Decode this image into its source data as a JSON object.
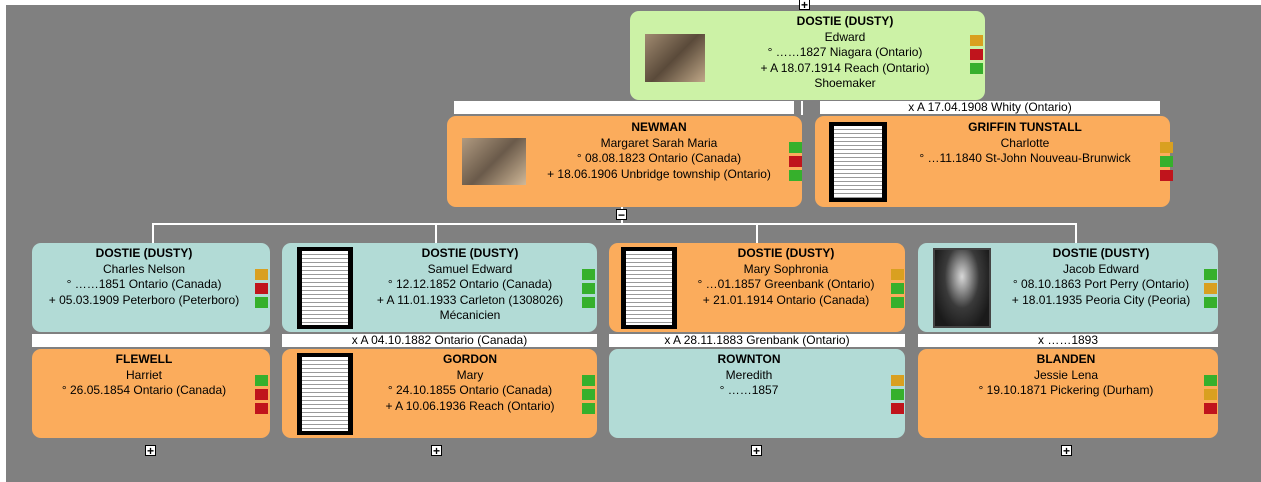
{
  "root": {
    "surname": "DOSTIE (DUSTY)",
    "given": "Edward",
    "birth": "° ……1827 Niagara (Ontario)",
    "death": "+ A 18.07.1914 Reach (Ontario)",
    "occupation": "Shoemaker"
  },
  "spouse1": {
    "surname": "NEWMAN",
    "given": "Margaret Sarah Maria",
    "birth": "° 08.08.1823 Ontario (Canada)",
    "death": "+ 18.06.1906 Unbridge township (Ontario)"
  },
  "spouse2": {
    "surname": "GRIFFIN TUNSTALL",
    "given": "Charlotte",
    "birth": "° …11.1840 St-John Nouveau-Brunwick",
    "marriage": "x A 17.04.1908 Whity (Ontario)"
  },
  "children": [
    {
      "surname": "DOSTIE (DUSTY)",
      "given": "Charles Nelson",
      "birth": "° ……1851 Ontario (Canada)",
      "death": "+ 05.03.1909 Peterboro (Peterboro)"
    },
    {
      "surname": "DOSTIE (DUSTY)",
      "given": "Samuel Edward",
      "birth": "° 12.12.1852 Ontario (Canada)",
      "death": "+ A 11.01.1933 Carleton (1308026)",
      "occupation": "Mécanicien"
    },
    {
      "surname": "DOSTIE (DUSTY)",
      "given": "Mary Sophronia",
      "birth": "° …01.1857 Greenbank (Ontario)",
      "death": "+ 21.01.1914 Ontario (Canada)"
    },
    {
      "surname": "DOSTIE (DUSTY)",
      "given": "Jacob Edward",
      "birth": "° 08.10.1863 Port Perry (Ontario)",
      "death": "+ 18.01.1935 Peoria City (Peoria)"
    }
  ],
  "marriages": [
    "",
    "x A 04.10.1882 Ontario (Canada)",
    "x A 28.11.1883 Grenbank (Ontario)",
    "x ……1893"
  ],
  "partners": [
    {
      "surname": "FLEWELL",
      "given": "Harriet",
      "birth": "° 26.05.1854 Ontario (Canada)"
    },
    {
      "surname": "GORDON",
      "given": "Mary",
      "birth": "° 24.10.1855 Ontario (Canada)",
      "death": "+ A 10.06.1936 Reach (Ontario)"
    },
    {
      "surname": "ROWNTON",
      "given": "Meredith",
      "birth": "° ……1857"
    },
    {
      "surname": "BLANDEN",
      "given": "Jessie Lena",
      "birth": "° 19.10.1871 Pickering (Durham)"
    }
  ],
  "toggles": {
    "collapse": "−",
    "expand": "+"
  },
  "colors": {
    "background": "#808080",
    "root": "#ccf2a6",
    "orange": "#fbac5c",
    "teal": "#b2dbd6",
    "flag_orange": "#d9a020",
    "flag_red": "#c0141c",
    "flag_green": "#36b02c"
  }
}
